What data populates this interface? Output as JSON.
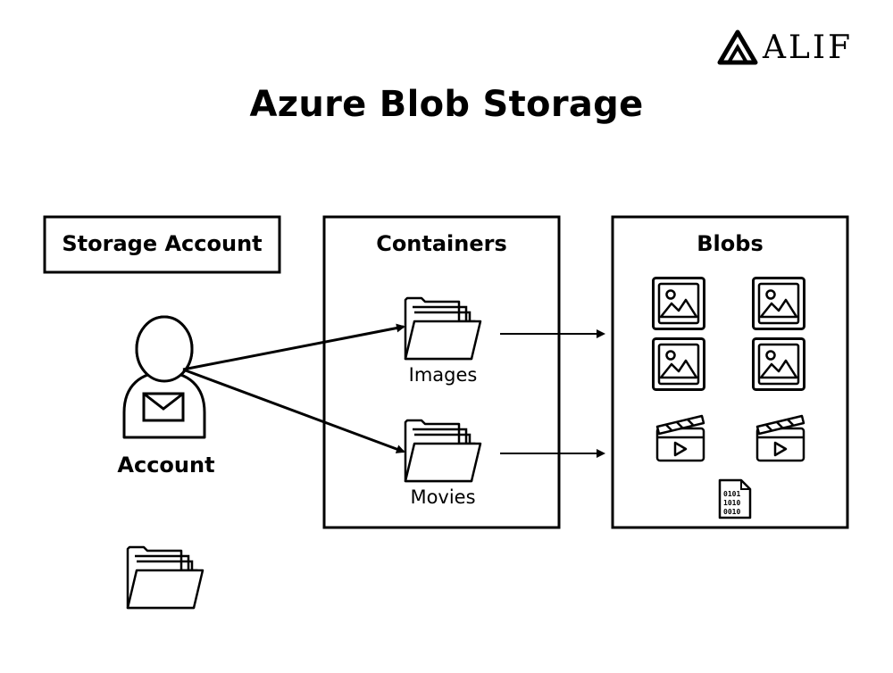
{
  "brand": {
    "name": "ALIF"
  },
  "title": "Azure Blob Storage",
  "storage_account": {
    "label": "Storage Account"
  },
  "account": {
    "label": "Account"
  },
  "containers": {
    "label": "Containers",
    "items": [
      {
        "label": "Images"
      },
      {
        "label": "Movies"
      }
    ]
  },
  "blobs": {
    "label": "Blobs",
    "image_blob_count": 4,
    "video_blob_count": 2,
    "binary_file_count": 1
  },
  "icons": {
    "account": "user-mail-icon",
    "folder": "folder-icon",
    "image_blob": "image-icon",
    "video_blob": "clapperboard-icon",
    "binary_file": "binary-file-icon",
    "logo": "alif-logo-icon"
  },
  "colors": {
    "stroke": "#000000",
    "background": "#ffffff"
  }
}
